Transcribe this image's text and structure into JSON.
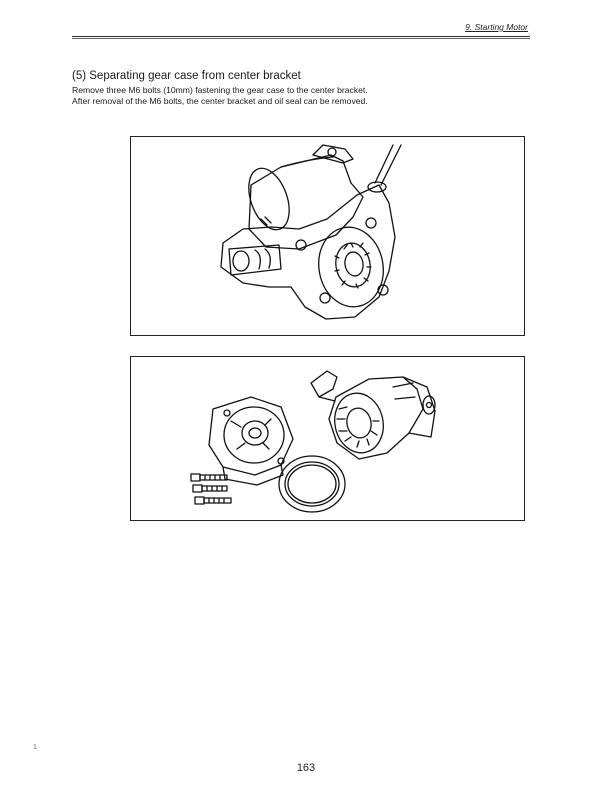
{
  "header": {
    "section_label": "9. Starting Motor"
  },
  "content": {
    "heading": "(5) Separating gear case from center bracket",
    "paragraph_lines": [
      "Remove three M6 bolts (10mm) fastening the gear case to the center bracket.",
      "After removal of the M6 bolts, the center bracket and oil seal can be removed."
    ]
  },
  "footer": {
    "page_number": "163",
    "margin_mark": "1"
  },
  "figures": [
    {
      "subject": "gear-case-assembly-illustration"
    },
    {
      "subject": "separated-gear-case-bracket-seal-bolts-illustration"
    }
  ]
}
